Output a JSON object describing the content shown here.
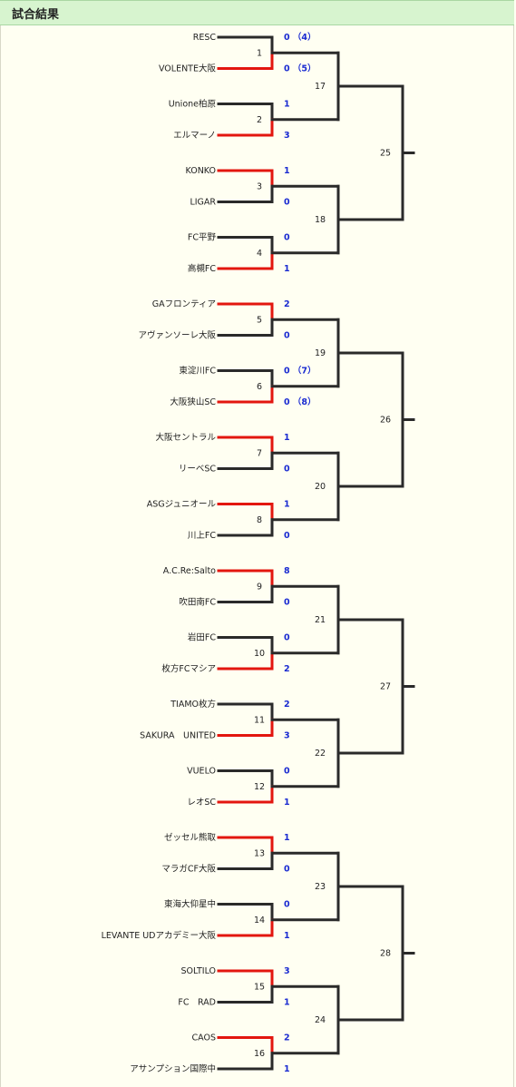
{
  "header": {
    "title": "試合結果"
  },
  "bracket": {
    "first_round": [
      {
        "no": "1",
        "top": "RESC",
        "bottom": "VOLENTE大阪",
        "top_score": "0 （4）",
        "bottom_score": "0 （5）",
        "winner": "bottom"
      },
      {
        "no": "2",
        "top": "Unione柏原",
        "bottom": "エルマーノ",
        "top_score": "1",
        "bottom_score": "3",
        "winner": "bottom"
      },
      {
        "no": "3",
        "top": "KONKO",
        "bottom": "LIGAR",
        "top_score": "1",
        "bottom_score": "0",
        "winner": "top"
      },
      {
        "no": "4",
        "top": "FC平野",
        "bottom": "高槻FC",
        "top_score": "0",
        "bottom_score": "1",
        "winner": "bottom"
      },
      {
        "no": "5",
        "top": "GAフロンティア",
        "bottom": "アヴァンソーレ大阪",
        "top_score": "2",
        "bottom_score": "0",
        "winner": "top"
      },
      {
        "no": "6",
        "top": "東淀川FC",
        "bottom": "大阪狭山SC",
        "top_score": "0 （7）",
        "bottom_score": "0 （8）",
        "winner": "bottom"
      },
      {
        "no": "7",
        "top": "大阪セントラル",
        "bottom": "リーベSC",
        "top_score": "1",
        "bottom_score": "0",
        "winner": "top"
      },
      {
        "no": "8",
        "top": "ASGジュニオール",
        "bottom": "川上FC",
        "top_score": "1",
        "bottom_score": "0",
        "winner": "top"
      },
      {
        "no": "9",
        "top": "A.C.Re:Salto",
        "bottom": "吹田南FC",
        "top_score": "8",
        "bottom_score": "0",
        "winner": "top"
      },
      {
        "no": "10",
        "top": "岩田FC",
        "bottom": "枚方FCマシア",
        "top_score": "0",
        "bottom_score": "2",
        "winner": "bottom"
      },
      {
        "no": "11",
        "top": "TIAMO枚方",
        "bottom": "SAKURA　UNITED",
        "top_score": "2",
        "bottom_score": "3",
        "winner": "bottom"
      },
      {
        "no": "12",
        "top": "VUELO",
        "bottom": "レオSC",
        "top_score": "0",
        "bottom_score": "1",
        "winner": "bottom"
      },
      {
        "no": "13",
        "top": "ゼッセル熊取",
        "bottom": "マラガCF大阪",
        "top_score": "1",
        "bottom_score": "0",
        "winner": "top"
      },
      {
        "no": "14",
        "top": "東海大仰星中",
        "bottom": "LEVANTE UDアカデミー大阪",
        "top_score": "0",
        "bottom_score": "1",
        "winner": "bottom"
      },
      {
        "no": "15",
        "top": "SOLTILO",
        "bottom": "FC　RAD",
        "top_score": "3",
        "bottom_score": "1",
        "winner": "top"
      },
      {
        "no": "16",
        "top": "CAOS",
        "bottom": "アサンプション国際中",
        "top_score": "2",
        "bottom_score": "1",
        "winner": "top"
      }
    ],
    "second_round": [
      {
        "no": "17"
      },
      {
        "no": "18"
      },
      {
        "no": "19"
      },
      {
        "no": "20"
      },
      {
        "no": "21"
      },
      {
        "no": "22"
      },
      {
        "no": "23"
      },
      {
        "no": "24"
      }
    ],
    "third_round": [
      {
        "no": "25"
      },
      {
        "no": "26"
      },
      {
        "no": "27"
      },
      {
        "no": "28"
      }
    ],
    "colors": {
      "winner_line": "#e3160f",
      "line": "#2a2a2a",
      "score": "#1a2bd1"
    }
  }
}
